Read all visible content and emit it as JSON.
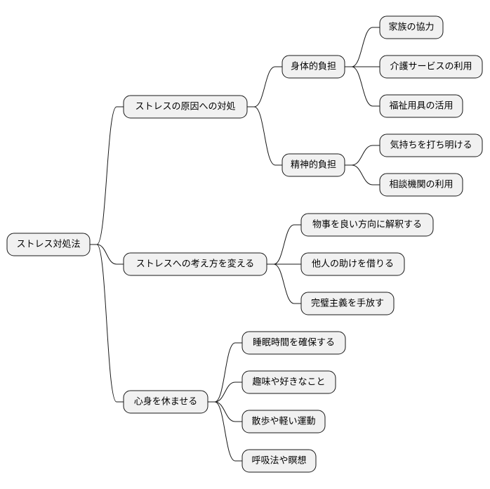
{
  "mindmap": {
    "root": {
      "label": "ストレス対処法",
      "children": [
        {
          "label": "ストレスの原因への対処",
          "children": [
            {
              "label": "身体的負担",
              "children": [
                {
                  "label": "家族の協力"
                },
                {
                  "label": "介護サービスの利用"
                },
                {
                  "label": "福祉用具の活用"
                }
              ]
            },
            {
              "label": "精神的負担",
              "children": [
                {
                  "label": "気持ちを打ち明ける"
                },
                {
                  "label": "相談機関の利用"
                }
              ]
            }
          ]
        },
        {
          "label": "ストレスへの考え方を変える",
          "children": [
            {
              "label": "物事を良い方向に解釈する"
            },
            {
              "label": "他人の助けを借りる"
            },
            {
              "label": "完璧主義を手放す"
            }
          ]
        },
        {
          "label": "心身を休ませる",
          "children": [
            {
              "label": "睡眠時間を確保する"
            },
            {
              "label": "趣味や好きなこと"
            },
            {
              "label": "散歩や軽い運動"
            },
            {
              "label": "呼吸法や瞑想"
            }
          ]
        }
      ]
    }
  }
}
